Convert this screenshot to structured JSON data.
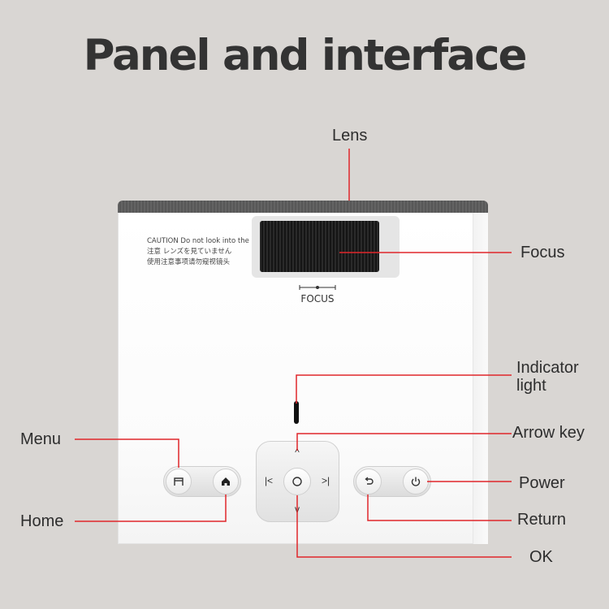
{
  "title": "Panel and interface",
  "caution": {
    "line1": "CAUTION Do not look into the lens.",
    "line2": "注意 レンズを見ていません",
    "line3": "使用注意事项请勿窥视镜头"
  },
  "focus_marking": "FOCUS",
  "labels": {
    "lens": "Lens",
    "focus": "Focus",
    "indicator_line1": "Indicator",
    "indicator_line2": "light",
    "menu": "Menu",
    "arrow_key": "Arrow key",
    "power": "Power",
    "home": "Home",
    "return": "Return",
    "ok": "OK"
  },
  "dpad_glyphs": {
    "up": "^",
    "down": "v",
    "left": "|<",
    "right": ">|"
  },
  "colors": {
    "background": "#d9d6d3",
    "callout_line": "#e0262b",
    "title": "#333333"
  },
  "icons": [
    "menu-icon",
    "home-icon",
    "ok-icon",
    "return-icon",
    "power-icon"
  ]
}
